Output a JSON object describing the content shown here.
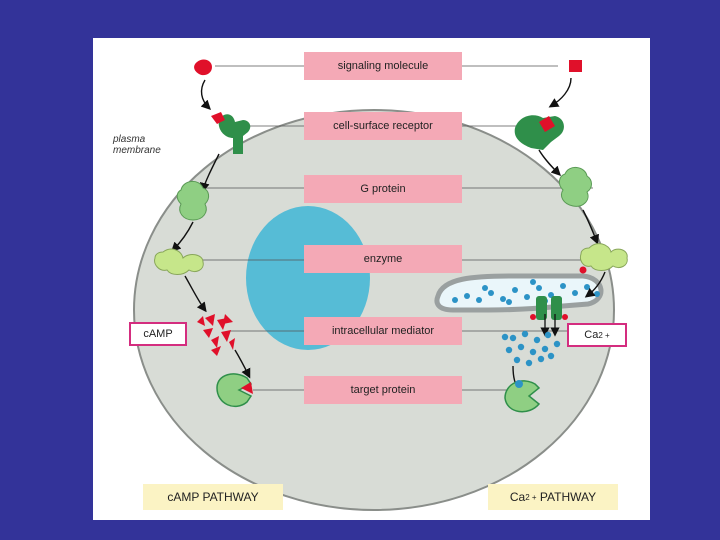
{
  "labels": {
    "signaling_molecule": "signaling molecule",
    "cell_surface_receptor": "cell-surface receptor",
    "g_protein": "G protein",
    "enzyme": "enzyme",
    "intracellular_mediator": "intracellular mediator",
    "target_protein": "target protein"
  },
  "side_labels": {
    "plasma_line1": "plasma",
    "plasma_line2": "membrane",
    "camp": "cAMP",
    "ca_base": "Ca",
    "ca_charge": "2 +"
  },
  "footer": {
    "camp_pathway": "cAMP PATHWAY",
    "ca_pathway_base": "Ca",
    "ca_pathway_charge": "2 +",
    "ca_pathway_rest": " PATHWAY"
  },
  "colors": {
    "background": "#333399",
    "cell_fill": "#d8dcd6",
    "nucleus": "#56bcd6",
    "label_box": "#f4a9b6",
    "receptor_dark": "#2f8f4a",
    "g_protein_green": "#8fcf83",
    "enzyme_light": "#c6e68a",
    "signal_red": "#e0102a",
    "ca_dot": "#2c93c6",
    "highlight_border": "#d42d7f",
    "footer_fill": "#fbf3c4"
  }
}
